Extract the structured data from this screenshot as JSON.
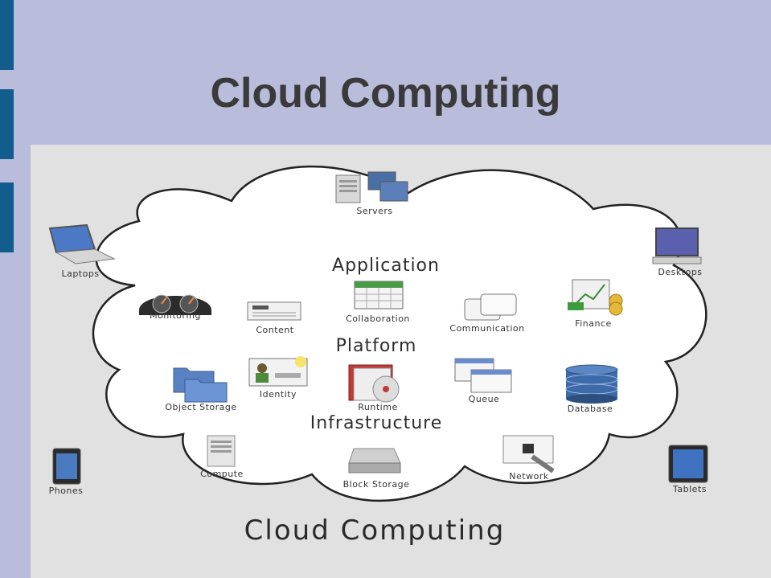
{
  "slide": {
    "title": "Cloud Computing"
  },
  "diagram": {
    "layers": {
      "application": "Application",
      "platform": "Platform",
      "infrastructure": "Infrastructure"
    },
    "footer_title": "Cloud Computing",
    "inner": {
      "monitoring": "Monitoring",
      "content": "Content",
      "collaboration": "Collaboration",
      "communication": "Communication",
      "finance": "Finance",
      "object_storage": "Object Storage",
      "identity": "Identity",
      "runtime": "Runtime",
      "queue": "Queue",
      "database": "Database",
      "compute": "Compute",
      "block_storage": "Block Storage",
      "network": "Network"
    },
    "outer": {
      "servers": "Servers",
      "laptops": "Laptops",
      "desktops": "Desktops",
      "phones": "Phones",
      "tablets": "Tablets"
    },
    "colors": {
      "slide_bg": "#b9bcdb",
      "accent": "#135c8e",
      "panel_bg": "#e1e1e1",
      "cloud_fill": "#ffffff"
    }
  }
}
